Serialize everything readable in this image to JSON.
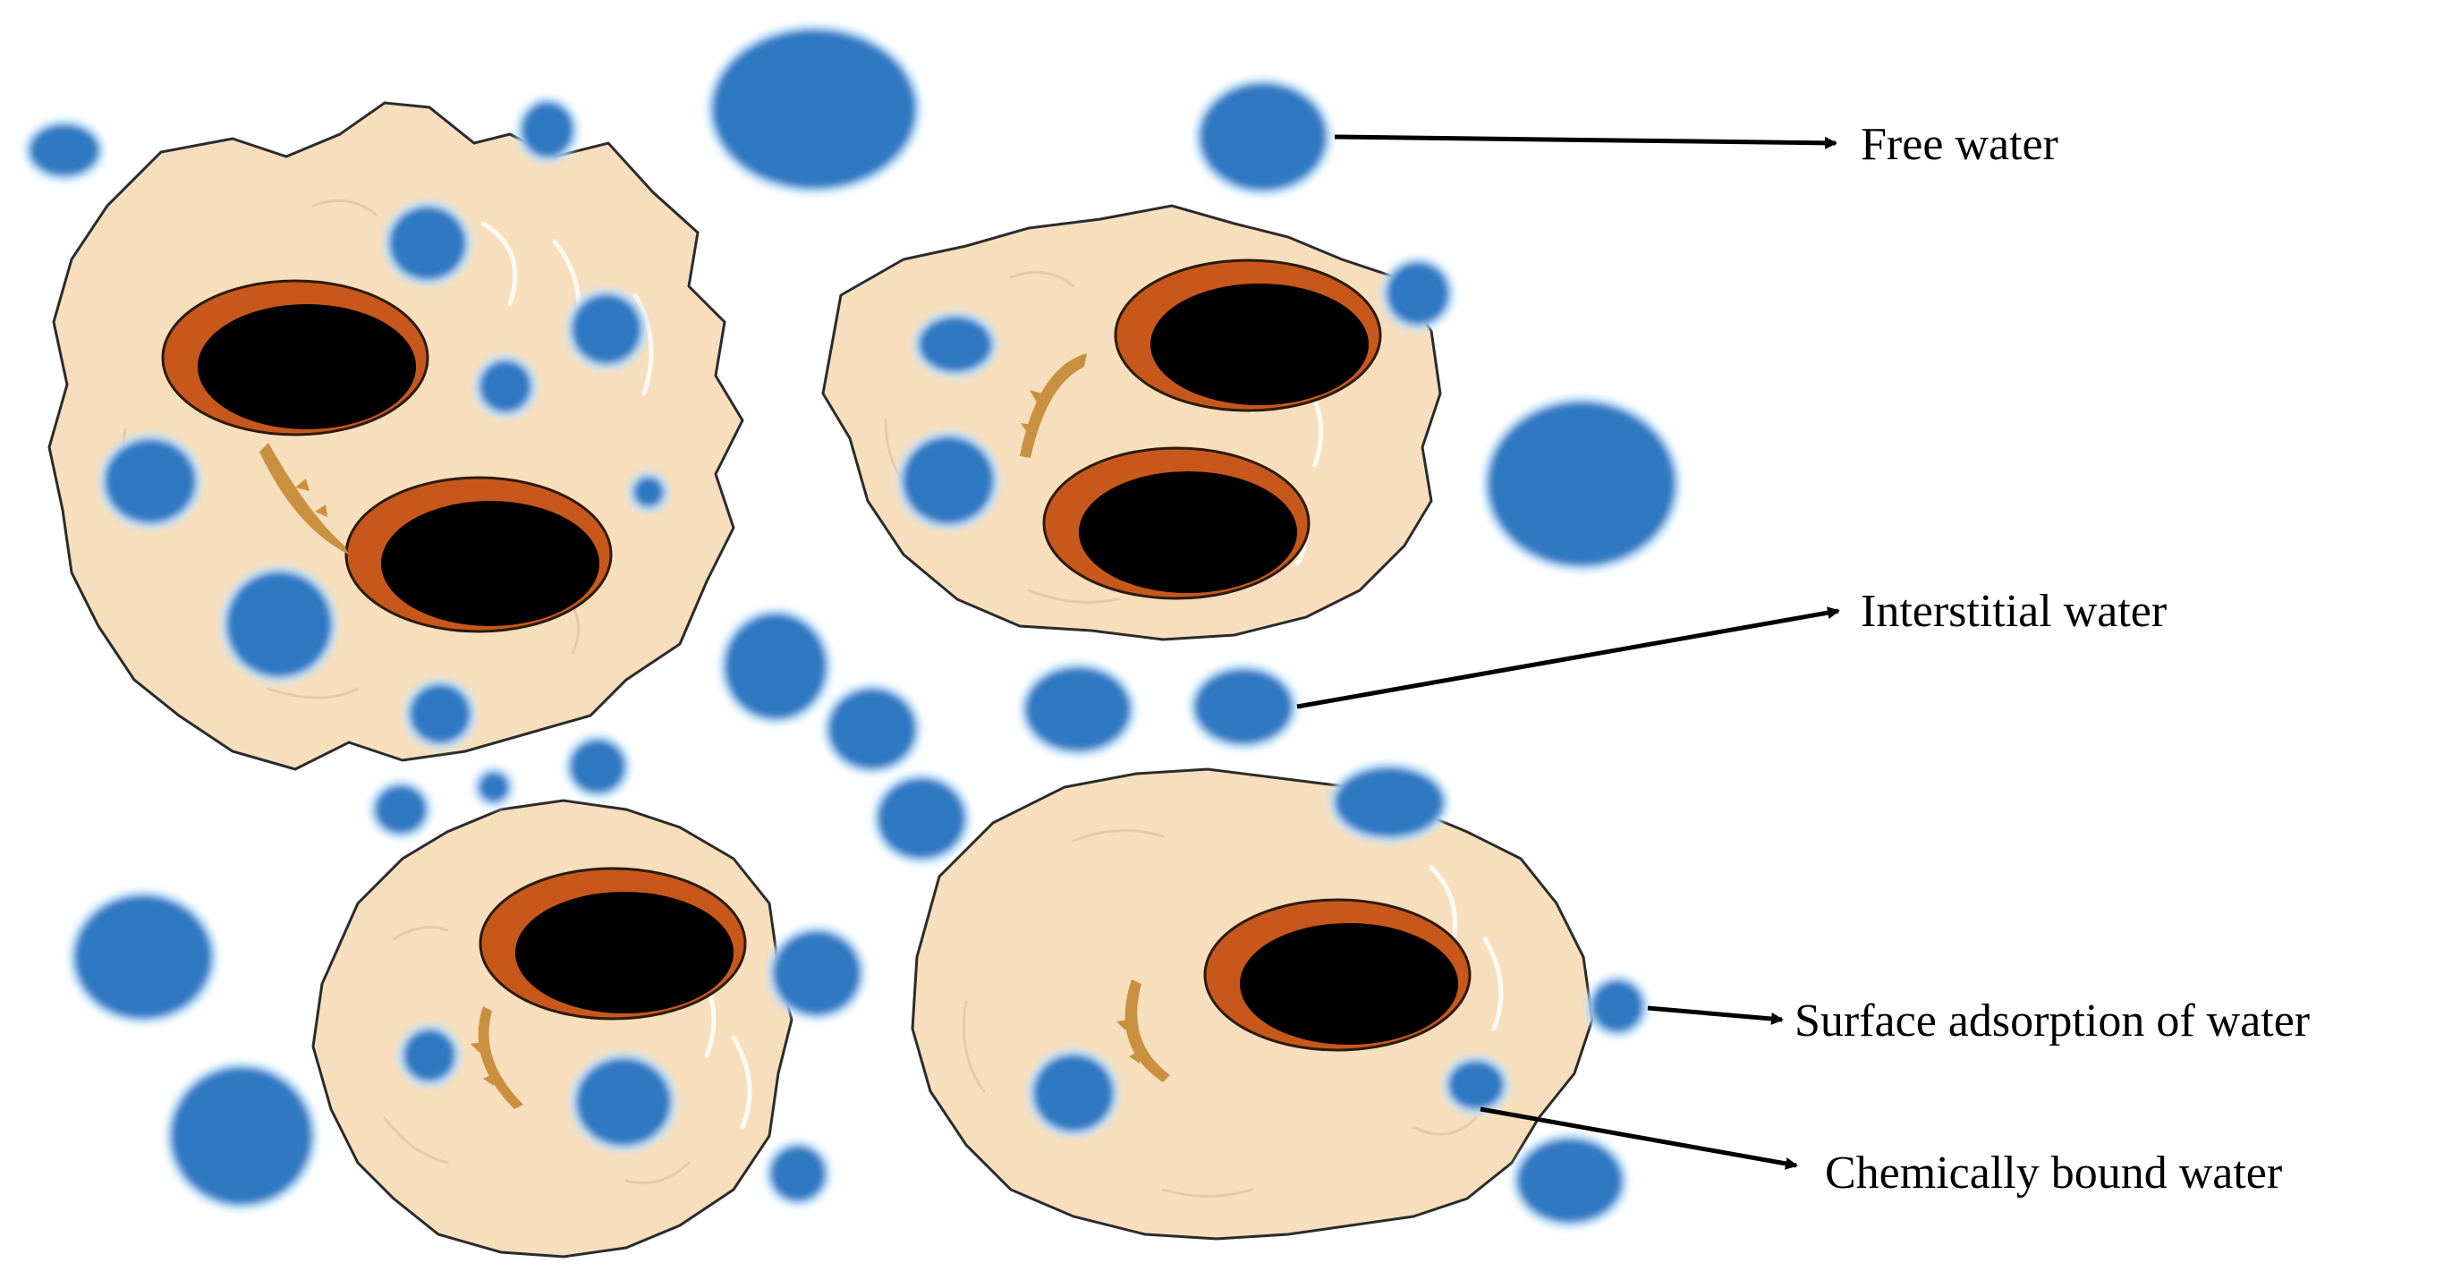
{
  "colors": {
    "water": "#2f79c2",
    "water_glow": "#bfe3ff",
    "particle": "#f7dfbd",
    "pore_ring": "#c8571c",
    "pore": "#000000",
    "bound_mark": "#c9913f"
  },
  "labels": {
    "free_water": "Free water",
    "interstitial_water": "Interstitial water",
    "surface_adsorption": "Surface adsorption of water",
    "chemically_bound": "Chemically bound water"
  }
}
